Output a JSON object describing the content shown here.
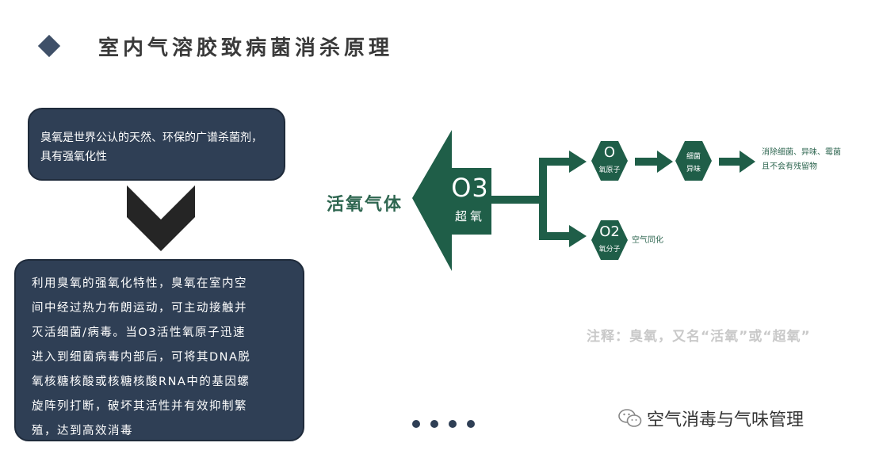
{
  "header": {
    "title": "室内气溶胶致病菌消杀原理"
  },
  "intro_box": {
    "text": "臭氧是世界公认的天然、环保的广谱杀菌剂，具有强氧化性"
  },
  "mechanism_box": {
    "lines": [
      "利用臭氧的强氧化特性，臭氧在室内空",
      "间中经过热力布朗运动，可主动接触并",
      "灭活细菌/病毒。当O3活性氧原子迅速",
      "进入到细菌病毒内部后，可将其DNA脱",
      "氧核糖核酸或核糖核酸RNA中的基因螺",
      "旋阵列打断，破坏其活性并有效抑制繁",
      "殖，达到高效消毒"
    ]
  },
  "diagram": {
    "source_label": "活氧气体",
    "o3": {
      "formula": "O3",
      "name": "超氧"
    },
    "oxygen_atom": {
      "symbol": "O",
      "name": "氧原子"
    },
    "bacteria": {
      "line1": "细菌",
      "line2": "异味"
    },
    "result": {
      "line1": "消除细菌、异味、霉菌",
      "line2": "且不会有残留物"
    },
    "oxygen_molecule": {
      "symbol": "O2",
      "name": "氧分子"
    },
    "air_label": "空气同化",
    "color": "#1f5e48"
  },
  "note": "注释：臭氧，又名“活氧”或“超氧”",
  "pager": {
    "count": 4
  },
  "watermark": {
    "text": "空气消毒与气味管理",
    "icon": "wechat-icon"
  }
}
